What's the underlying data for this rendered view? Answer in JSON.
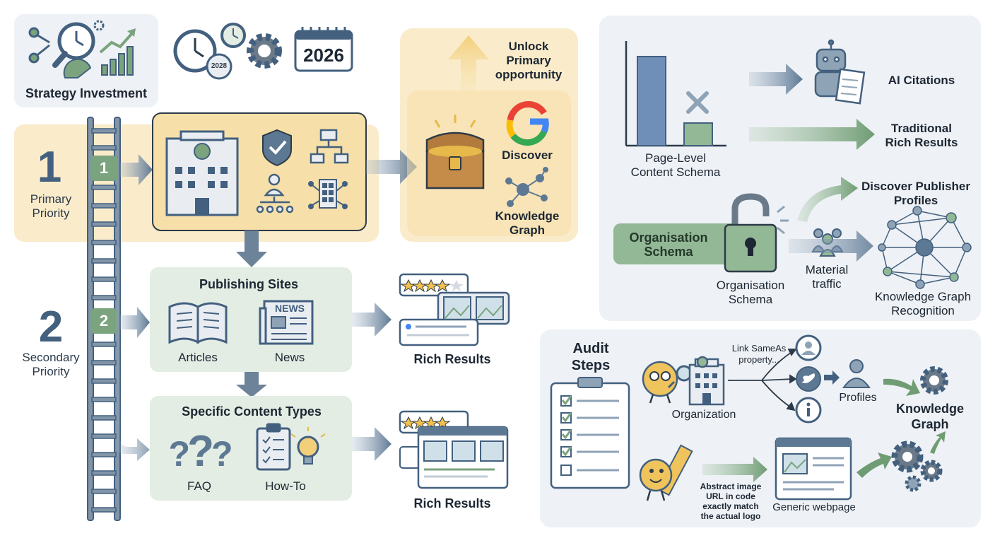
{
  "colors": {
    "primary_bg": "#faeccb",
    "primary_box": "#f6dfa8",
    "green_box": "#e3ede3",
    "panel_bg": "#eef1f5",
    "slate": "#43607f",
    "green": "#7aa37e",
    "ink": "#1d2733"
  },
  "strategy": {
    "title": "Strategy Investment",
    "year": "2026",
    "clock_year": "2028",
    "icons": [
      "magnifier-clock-icon",
      "network-icon",
      "growth-chart-icon",
      "clock-icon",
      "gear-icon",
      "calendar-icon"
    ]
  },
  "ladder": {
    "rung_1": "1",
    "rung_2": "2"
  },
  "primary": {
    "number": "1",
    "label_line1": "Primary",
    "label_line2": "Priority",
    "unlock_line1": "Unlock",
    "unlock_line2": "Primary",
    "unlock_line3": "opportunity",
    "discover": "Discover",
    "knowledge_line1": "Knowledge",
    "knowledge_line2": "Graph",
    "icons": [
      "building-icon",
      "shield-check-icon",
      "org-chart-icon",
      "people-hierarchy-icon",
      "building-network-icon",
      "treasure-chest-icon",
      "google-icon",
      "network-graph-icon"
    ]
  },
  "secondary": {
    "number": "2",
    "label_line1": "Secondary",
    "label_line2": "Priority",
    "publishing_title": "Publishing Sites",
    "articles": "Articles",
    "news": "News",
    "news_badge": "NEWS",
    "specific_title": "Specific Content Types",
    "faq": "FAQ",
    "howto": "How-To",
    "rich_results_1": "Rich Results",
    "rich_results_2": "Rich Results",
    "icons": [
      "open-book-icon",
      "newspaper-icon",
      "question-marks-icon",
      "checklist-clipboard-icon",
      "lightbulb-icon",
      "rich-result-card-icon"
    ]
  },
  "schema_panel": {
    "page_level_line1": "Page-Level",
    "page_level_line2": "Content Schema",
    "ai_citations": "AI Citations",
    "traditional_line1": "Traditional",
    "traditional_line2": "Rich Results",
    "discover_publisher_line1": "Discover Publisher",
    "discover_publisher_line2": "Profiles",
    "org_schema_line1": "Organisation",
    "org_schema_line2": "Schema",
    "org_schema_lock_line1": "Organisation",
    "org_schema_lock_line2": "Schema",
    "material_line1": "Material",
    "material_line2": "traffic",
    "kg_recognition_line1": "Knowledge Graph",
    "kg_recognition_line2": "Recognition",
    "icons": [
      "robot-icon",
      "cross-icon",
      "open-padlock-icon",
      "people-group-icon",
      "network-graph-icon"
    ]
  },
  "audit_panel": {
    "title_line1": "Audit",
    "title_line2": "Steps",
    "link_line1": "Link SameAs",
    "link_line2": "property...",
    "organization": "Organization",
    "profiles": "Profiles",
    "kg_line1": "Knowledge",
    "kg_line2": "Graph",
    "abstract_line1": "Abstract image",
    "abstract_line2": "URL in code",
    "abstract_line3": "exactly match",
    "abstract_line4": "the actual logo",
    "generic_webpage": "Generic webpage",
    "icons": [
      "checklist-icon",
      "mascot-magnifier-icon",
      "office-building-icon",
      "user-profile-icon",
      "twitter-icon",
      "info-icon",
      "mascot-ruler-icon",
      "webpage-icon",
      "gears-icon"
    ]
  }
}
